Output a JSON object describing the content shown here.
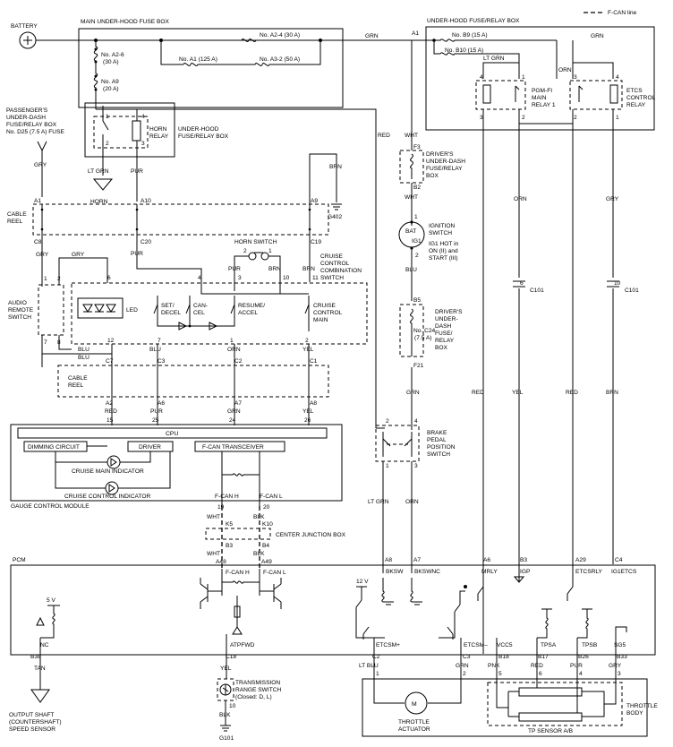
{
  "legend": {
    "can_line": "F-CAN line"
  },
  "components": {
    "battery": "BATTERY",
    "main_fuse_box": "MAIN UNDER-HOOD FUSE BOX",
    "underhood_fuse_relay_box": "UNDER-HOOD FUSE/RELAY BOX",
    "underhood_fuse_relay_box_2": [
      "UNDER-HOOD",
      "FUSE/RELAY BOX"
    ],
    "passenger_box": [
      "PASSENGER'S",
      "UNDER-DASH",
      "FUSE/RELAY BOX",
      "No. D25 (7.5 A) FUSE"
    ],
    "horn_relay": [
      "HORN",
      "RELAY"
    ],
    "horn": "HORN",
    "pgmfi_relay": [
      "PGM-FI",
      "MAIN",
      "RELAY 1"
    ],
    "etcs_relay": [
      "ETCS",
      "CONTROL",
      "RELAY"
    ],
    "drivers_box_1": [
      "DRIVER'S",
      "UNDER-DASH",
      "FUSE/RELAY",
      "BOX"
    ],
    "ignition_switch": [
      "IGNITION",
      "SWITCH"
    ],
    "ig1_note": [
      "IG1 HOT in",
      "ON (II) and",
      "START (III)"
    ],
    "drivers_box_2": [
      "DRIVER'S",
      "UNDER-",
      "DASH",
      "FUSE/",
      "RELAY",
      "BOX"
    ],
    "cable_reel": [
      "CABLE",
      "REEL"
    ],
    "horn_switch": "HORN SWITCH",
    "cruise_combo": [
      "CRUISE",
      "CONTROL",
      "COMBINATION",
      "SWITCH"
    ],
    "audio_remote": [
      "AUDIO",
      "REMOTE",
      "SWITCH"
    ],
    "led": "LED",
    "set_decel": [
      "SET/",
      "DECEL"
    ],
    "cancel": [
      "CAN-",
      "CEL"
    ],
    "resume_accel": [
      "RESUME/",
      "ACCEL"
    ],
    "cruise_main": [
      "CRUISE",
      "CONTROL",
      "MAIN"
    ],
    "brake_switch": [
      "BRAKE",
      "PEDAL",
      "POSITION",
      "SWITCH"
    ],
    "cpu": "CPU",
    "dimming": "DIMMING CIRCUIT",
    "driver": "DRIVER",
    "fcan_transceiver": "F-CAN TRANSCEIVER",
    "cruise_main_ind": "CRUISE MAIN INDICATOR",
    "cruise_ctrl_ind": "CRUISE CONTROL INDICATOR",
    "gauge_module": "GAUGE CONTROL MODULE",
    "center_junction": "CENTER JUNCTION BOX",
    "pcm": "PCM",
    "trans_range": [
      "TRANSMISSION",
      "RANGE SWITCH",
      "(Closed: D, L)"
    ],
    "output_shaft": [
      "OUTPUT SHAFT",
      "(COUNTERSHAFT)",
      "SPEED SENSOR"
    ],
    "throttle_actuator": [
      "THROTTLE",
      "ACTUATOR"
    ],
    "tp_sensor": "TP SENSOR A/B",
    "throttle_body": [
      "THROTTLE",
      "BODY"
    ],
    "g402": "G402",
    "g101": "G101"
  },
  "fuses": {
    "a26": [
      "No. A2-6",
      "(30 A)"
    ],
    "a9": [
      "No. A9",
      "(20 A)"
    ],
    "a24": "No. A2-4 (30 A)",
    "a1": "No. A1 (125 A)",
    "a32": "No. A3-2 (50 A)",
    "b9": "No. B9 (15 A)",
    "b10": "No. B10 (15 A)",
    "c24": [
      "No. C24",
      "(7.5 A)"
    ]
  },
  "wires": {
    "grn": "GRN",
    "gry": "GRY",
    "ltgrn": "LT GRN",
    "pur": "PUR",
    "red": "RED",
    "wht": "WHT",
    "brn": "BRN",
    "blu": "BLU",
    "orn": "ORN",
    "yel": "YEL",
    "blk": "BLK",
    "tan": "TAN",
    "ltblu": "LT BLU",
    "pnk": "PNK"
  },
  "connectors": {
    "a1": "A1",
    "a10": "A10",
    "a9": "A9",
    "c8": "C8",
    "c20": "C20",
    "c19": "C19",
    "c7": "C7",
    "c3": "C3",
    "c2": "C2",
    "c1": "C1",
    "a2": "A2",
    "a6": "A6",
    "a7": "A7",
    "a8": "A8",
    "f3": "F3",
    "b2": "B2",
    "b5": "B5",
    "f21": "F21",
    "c101": "C101",
    "k5": "K5",
    "k10": "K10",
    "b3": "B3",
    "b4": "B4",
    "a48": "A48",
    "a49": "A49",
    "a29": "A29",
    "c4": "C4",
    "b38": "B38",
    "c18": "C18",
    "c2b": "C2",
    "c3b": "C3",
    "b18": "B18",
    "b17": "B17",
    "b26": "B26",
    "b33": "B33"
  },
  "pins": {
    "n1": "1",
    "n2": "2",
    "n3": "3",
    "n4": "4",
    "n5": "5",
    "n6": "6",
    "n7": "7",
    "n8": "8",
    "n10": "10",
    "n11": "11",
    "n12": "12",
    "n15": "15",
    "n19": "19",
    "n20": "20",
    "n24": "24",
    "n25": "25",
    "n26": "26"
  },
  "pcm_terminals": {
    "fcanh": "F-CAN H",
    "fcanl": "F-CAN L",
    "bksw": "BKSW",
    "bkswnc": "BKSWNC",
    "mrly": "MRLY",
    "igp": "IGP",
    "etcsrly": "ETCSRLY",
    "ig1etcs": "IG1ETCS",
    "nc": "NC",
    "atpfwd": "ATPFWD",
    "etcsm_plus": "ETCSM+",
    "etcsm_minus": "ETCSM–",
    "vcc5": "VCC5",
    "tpsa": "TPSA",
    "tpsb": "TPSB",
    "sg5": "SG5",
    "v5": "5 V",
    "v12": "12 V"
  },
  "misc": {
    "bat": "BAT",
    "ig1": "IG1",
    "m": "M"
  }
}
